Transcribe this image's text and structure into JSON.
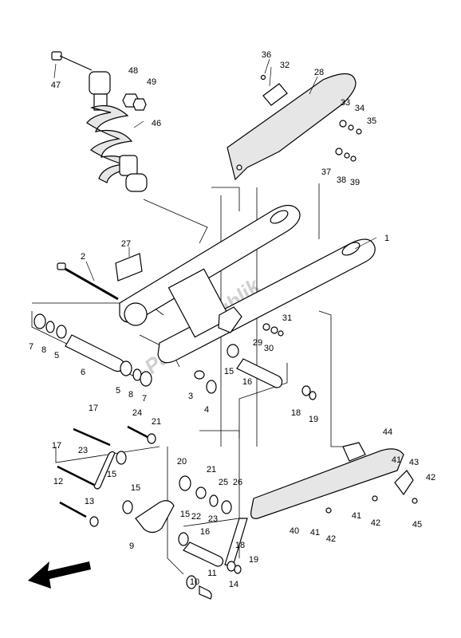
{
  "watermark": "PartsRepublik",
  "parts": {
    "p1": "1",
    "p2": "2",
    "p3": "3",
    "p4": "4",
    "p5a": "5",
    "p5b": "5",
    "p6": "6",
    "p7a": "7",
    "p7b": "7",
    "p8a": "8",
    "p8b": "8",
    "p9": "9",
    "p10": "10",
    "p11": "11",
    "p12": "12",
    "p13": "13",
    "p14": "14",
    "p15a": "15",
    "p15b": "15",
    "p15c": "15",
    "p15d": "15",
    "p16a": "16",
    "p16b": "16",
    "p17a": "17",
    "p17b": "17",
    "p18a": "18",
    "p18b": "18",
    "p19a": "19",
    "p19b": "19",
    "p20": "20",
    "p21a": "21",
    "p21b": "21",
    "p22": "22",
    "p23a": "23",
    "p23b": "23",
    "p24": "24",
    "p25": "25",
    "p26": "26",
    "p27": "27",
    "p28": "28",
    "p29": "29",
    "p30": "30",
    "p31": "31",
    "p32": "32",
    "p33": "33",
    "p34": "34",
    "p35": "35",
    "p36": "36",
    "p37": "37",
    "p38": "38",
    "p39": "39",
    "p40": "40",
    "p41a": "41",
    "p41b": "41",
    "p41c": "41",
    "p42a": "42",
    "p42b": "42",
    "p42c": "42",
    "p43": "43",
    "p44": "44",
    "p45": "45",
    "p46": "46",
    "p47": "47",
    "p48": "48",
    "p49": "49"
  }
}
